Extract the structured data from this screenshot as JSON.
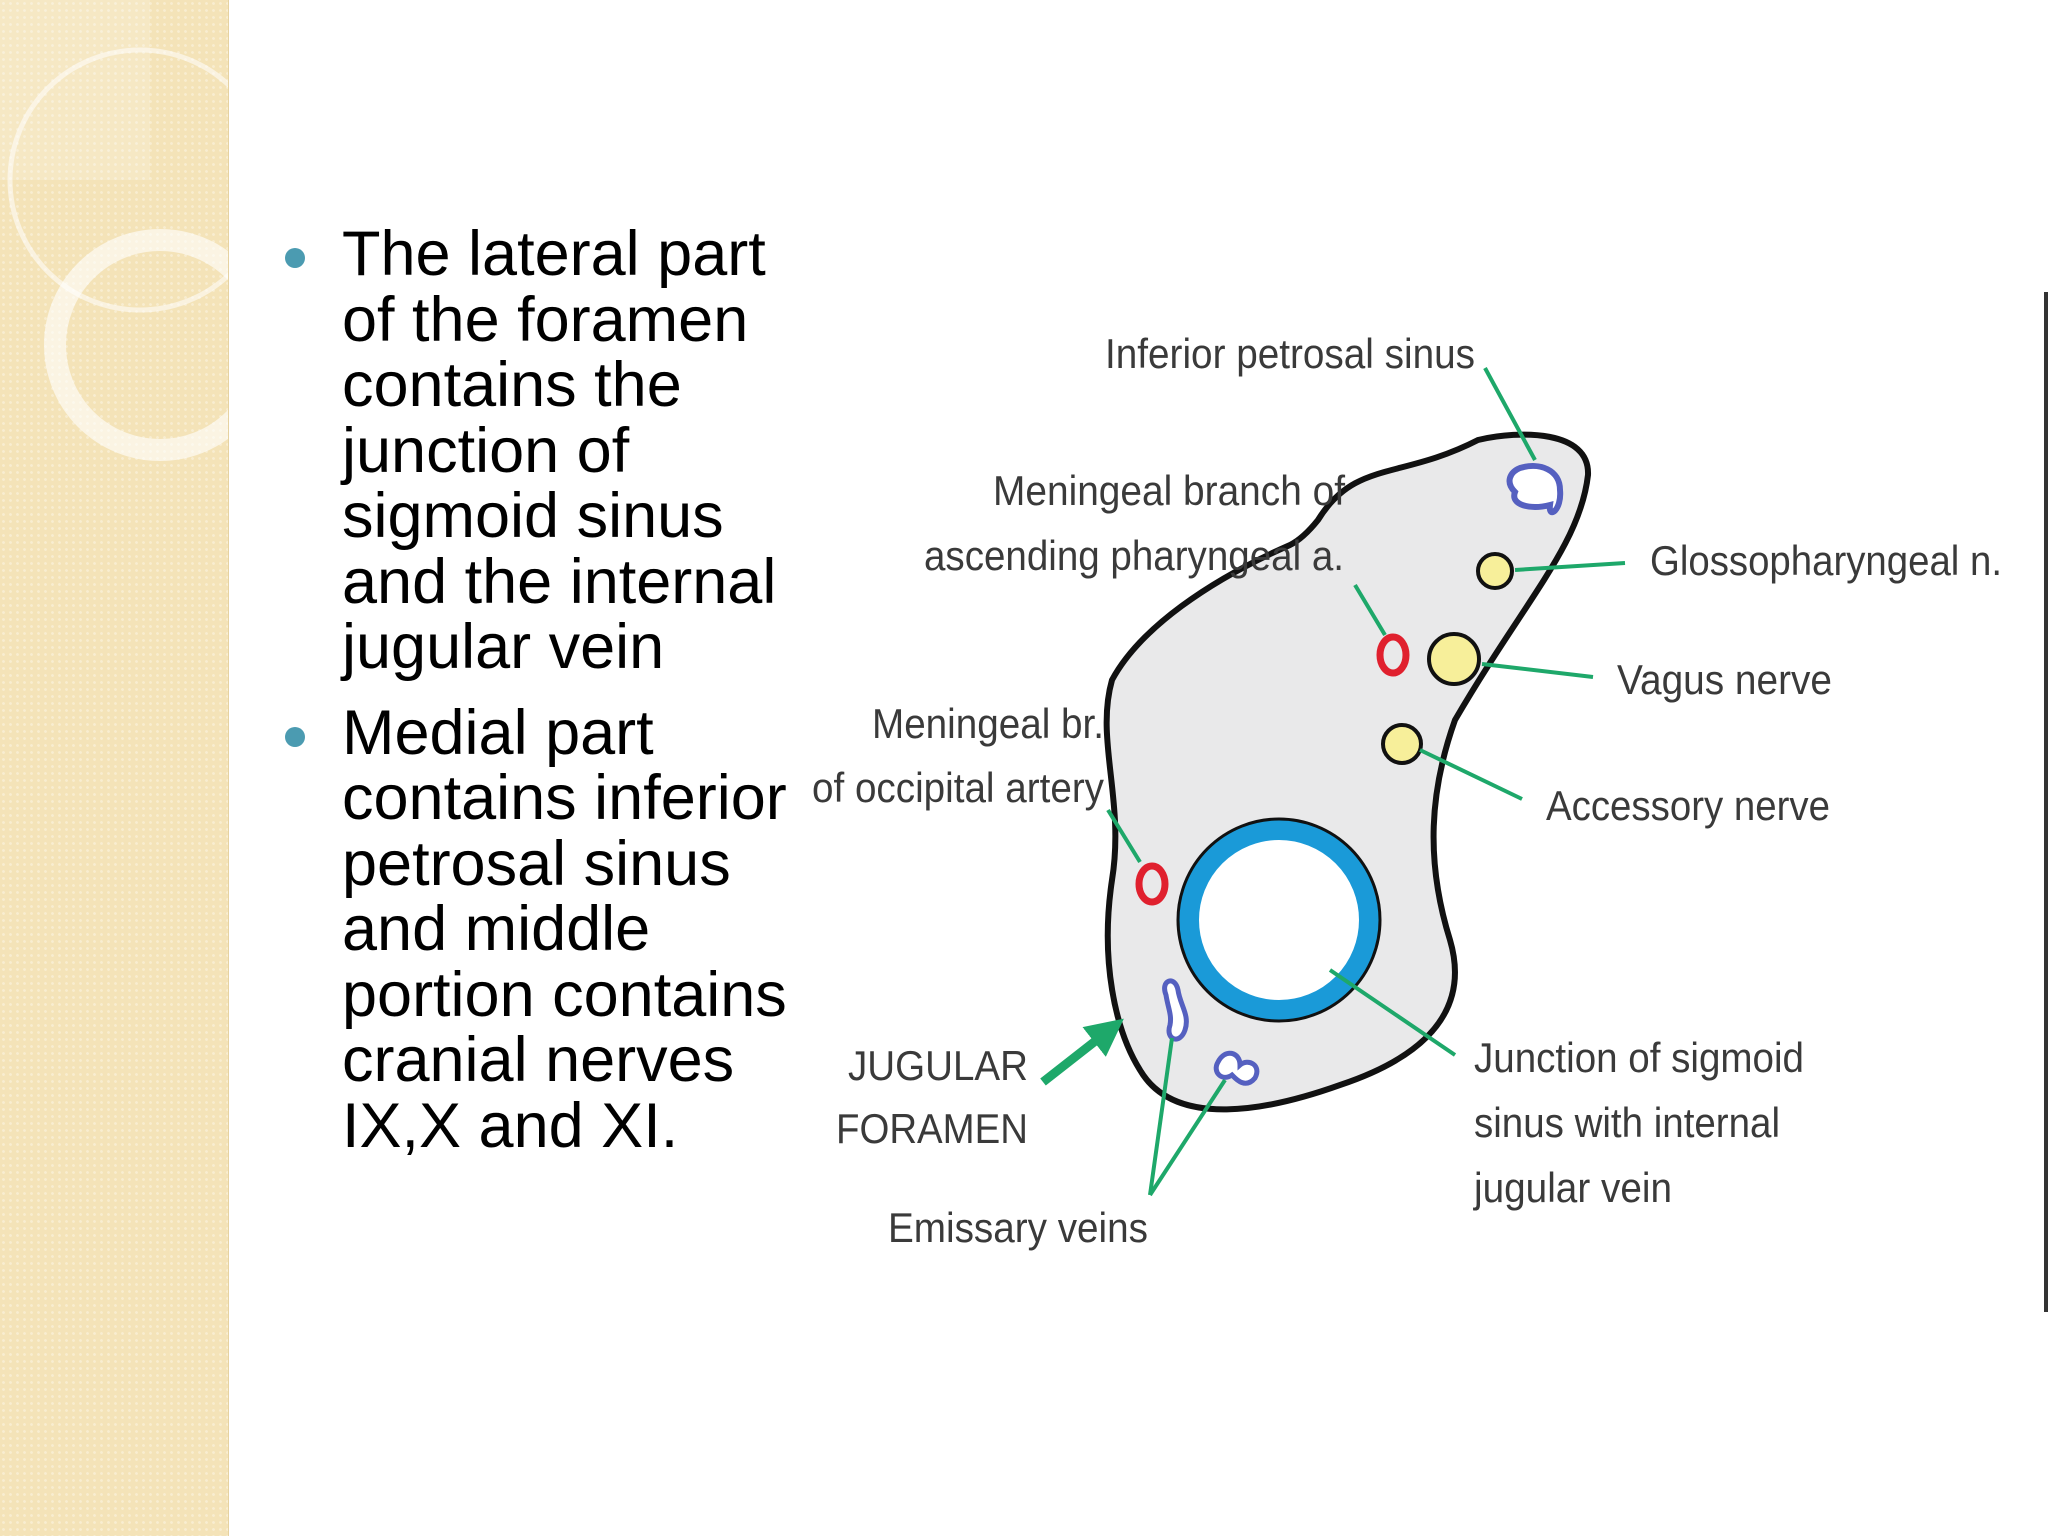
{
  "slide": {
    "bullets": [
      "The lateral part of the foramen contains the junction of sigmoid sinus and the internal jugular vein",
      "Medial part contains inferior petrosal sinus and middle portion contains cranial nerves IX,X and XI."
    ]
  },
  "diagram": {
    "labels": {
      "inferior_petrosal_sinus": "Inferior petrosal sinus",
      "meningeal_branch_line1": "Meningeal branch of",
      "meningeal_branch_line2": "ascending pharyngeal a.",
      "glossopharyngeal": "Glossopharyngeal n.",
      "vagus": "Vagus nerve",
      "meningeal_occ_line1": "Meningeal br.",
      "meningeal_occ_line2": "of occipital artery",
      "accessory": "Accessory nerve",
      "jugular_line1": "JUGULAR",
      "jugular_line2": "FORAMEN",
      "junction_line1": "Junction of sigmoid",
      "junction_line2": "sinus with internal",
      "junction_line3": "jugular vein",
      "emissary": "Emissary veins"
    },
    "colors": {
      "foramen_fill": "#e9e9ea",
      "leader_line": "#1ea86a",
      "vein_ring": "#1a9ad8",
      "artery": "#e0202e",
      "nerve": "#f7ef9a",
      "venous_plexus": "#5560c0"
    }
  }
}
